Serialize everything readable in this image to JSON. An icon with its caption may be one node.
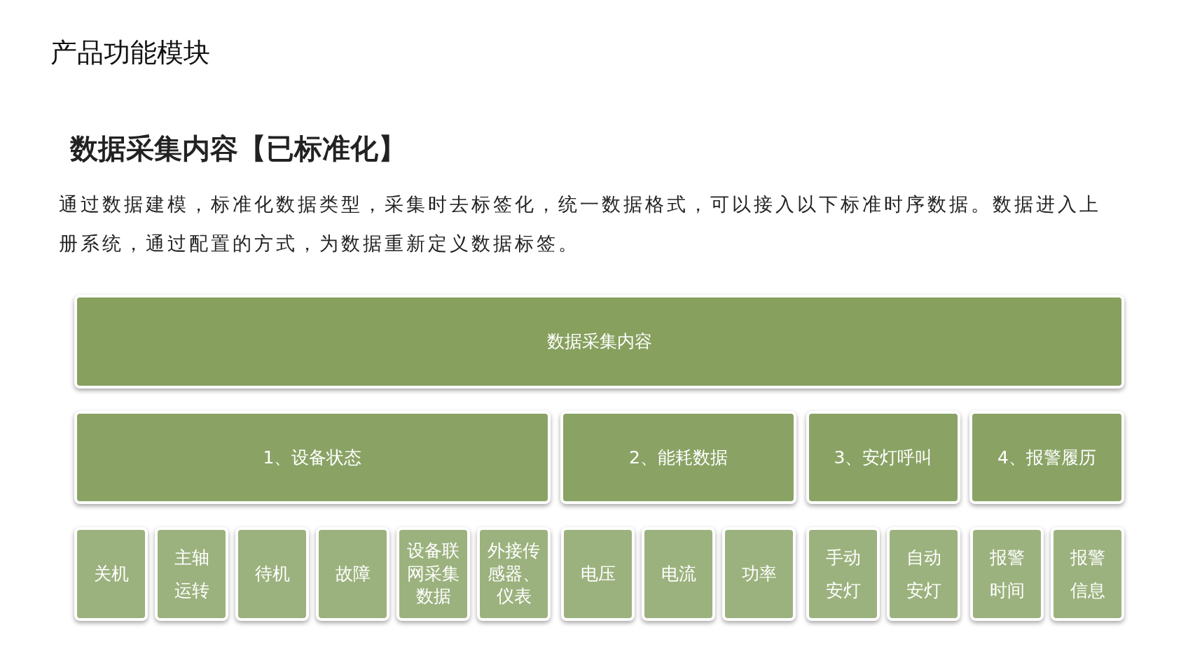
{
  "diagram": {
    "title": "产品功能模块",
    "nodes": [
      {
        "text": [
          "数据采集内容"
        ]
      },
      {
        "text": [
          "1、设备状态"
        ]
      },
      {
        "text": [
          "2、能耗数据"
        ]
      },
      {
        "text": [
          "3、安灯呼叫"
        ]
      },
      {
        "text": [
          "4、报警履历"
        ]
      },
      {
        "text": [
          "关机"
        ]
      },
      {
        "text": [
          "主轴运转"
        ]
      },
      {
        "text": [
          "待机"
        ]
      },
      {
        "text": [
          "故障"
        ]
      },
      {
        "text": [
          "设备联网采集数据"
        ]
      },
      {
        "text": [
          "外接传感器、仪表"
        ]
      },
      {
        "text": [
          "电压"
        ]
      },
      {
        "text": [
          "电流"
        ]
      },
      {
        "text": [
          "功率"
        ]
      },
      {
        "text": [
          "手动安灯"
        ]
      },
      {
        "text": [
          "自动安灯"
        ]
      },
      {
        "text": [
          "报警时间"
        ]
      },
      {
        "text": [
          "报警信息"
        ]
      }
    ],
    "labels": [
      "数据采集内容【已标准化】",
      "通过数据建模，标准化数据类型，采集时去标签化，统一数据格式，可以接入以下标准时序数据。数据进入上册系统，通过配置的方式，为数据重新定义数据标签。"
    ]
  }
}
